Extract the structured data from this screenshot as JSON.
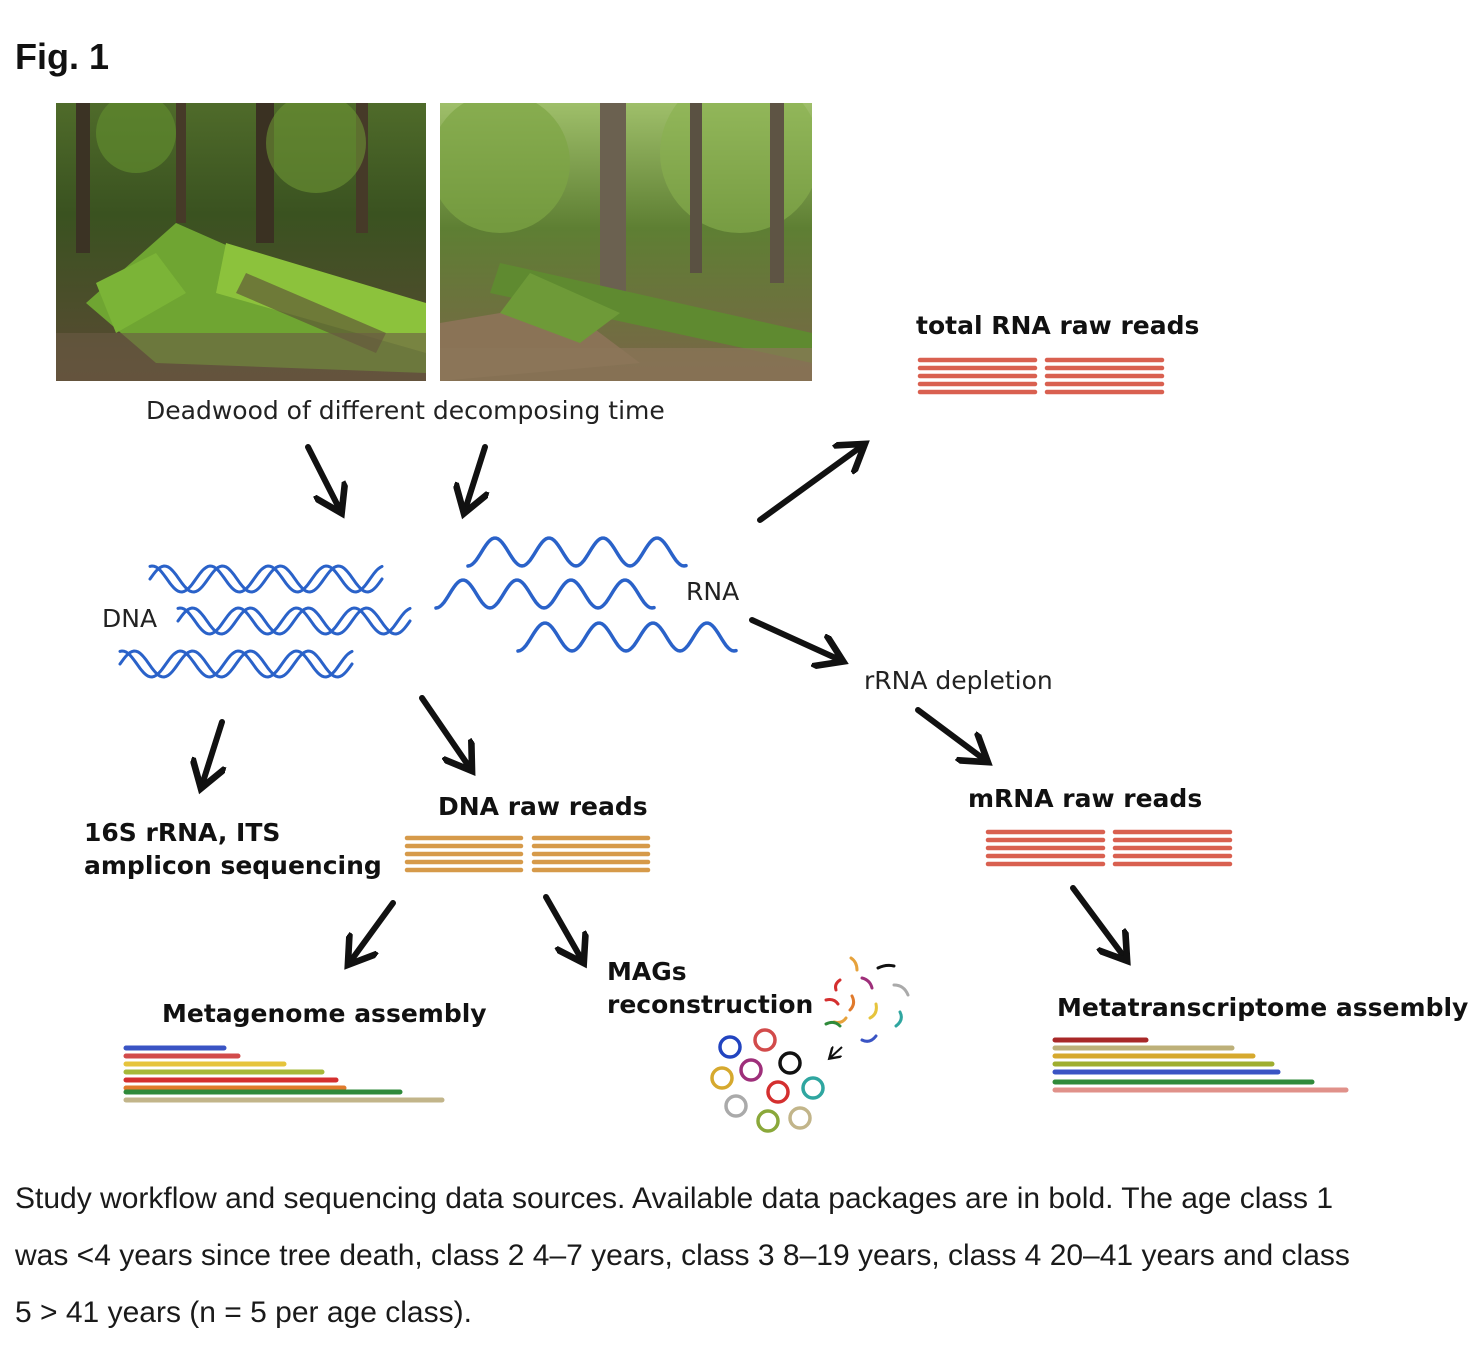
{
  "figure": {
    "title": "Fig. 1",
    "photos": [
      {
        "name": "deadwood-photo-left"
      },
      {
        "name": "deadwood-photo-right"
      }
    ],
    "photo_caption": "Deadwood of different decomposing time",
    "labels": {
      "dna": "DNA",
      "rna": "RNA",
      "total_rna_raw_reads": "total RNA raw reads",
      "rrna_depletion": "rRNA depletion",
      "mrna_raw_reads": "mRNA raw reads",
      "amplicon_line1": "16S rRNA, ITS",
      "amplicon_line2": "amplicon sequencing",
      "dna_raw_reads": "DNA raw reads",
      "metagenome_assembly": "Metagenome assembly",
      "mags_line1": "MAGs",
      "mags_line2": "reconstruction",
      "metatranscriptome_assembly": "Metatranscriptome assembly"
    },
    "colors": {
      "dna_strand": "#2a62c9",
      "rna_reads": "#d96050",
      "dna_reads": "#d69a4a",
      "arrow": "#111111"
    }
  },
  "caption": {
    "line1": "Study workflow and sequencing data sources. Available data packages are in bold. The age class 1",
    "line2": "was <4 years since tree death, class 2 4–7 years, class 3 8–19 years, class 4 20–41 years and class",
    "line3": "5 > 41 years (n = 5 per age class)."
  }
}
